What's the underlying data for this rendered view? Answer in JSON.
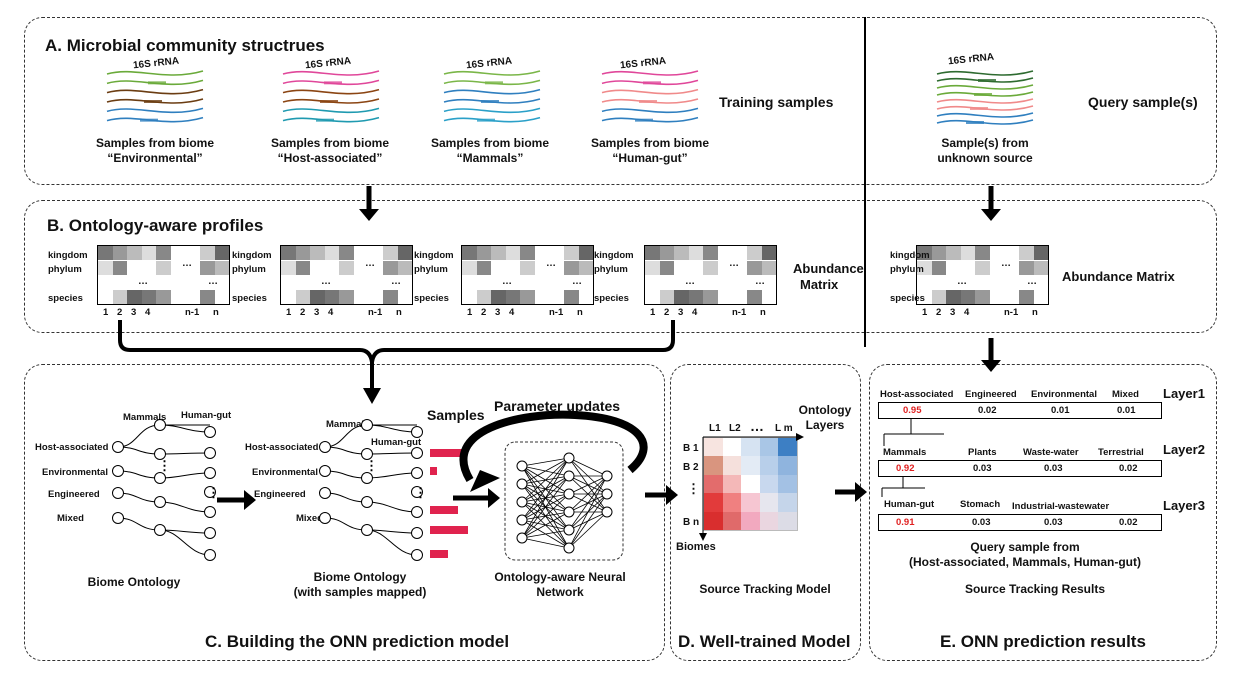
{
  "panelA": {
    "title": "A. Microbial community structrues",
    "rrna_label": "16S rRNA",
    "samples": [
      {
        "line1": "Samples from biome",
        "line2": "“Environmental”",
        "colors": [
          "#6aaa3a",
          "#6b3d12",
          "#2f7fbf"
        ]
      },
      {
        "line1": "Samples from biome",
        "line2": "“Host-associated”",
        "colors": [
          "#e0479a",
          "#8b4513",
          "#1f9ab0"
        ]
      },
      {
        "line1": "Samples from biome",
        "line2": "“Mammals”",
        "colors": [
          "#7ab648",
          "#2f7fbf",
          "#2aa0c8"
        ]
      },
      {
        "line1": "Samples from biome",
        "line2": "“Human-gut”",
        "colors": [
          "#e0479a",
          "#f08a8a",
          "#2f7fbf"
        ]
      }
    ],
    "training_label": "Training samples",
    "query": {
      "line1": "Sample(s) from",
      "line2": "unknown source",
      "colors": [
        "#2e6b30",
        "#6aaa3a",
        "#f08a8a",
        "#2f7fbf"
      ]
    },
    "query_label": "Query sample(s)"
  },
  "panelB": {
    "title": "B. Ontology-aware profiles",
    "row_labels": {
      "kingdom": "kingdom",
      "phylum": "phylum",
      "species": "species"
    },
    "col_labels": [
      "1",
      "2",
      "3",
      "4",
      "n-1",
      "n"
    ],
    "ellipsis": "…",
    "abundance_label_1": "Abundance",
    "abundance_label_2": "Matrix",
    "query_abundance_label": "Abundance Matrix"
  },
  "panelC": {
    "title": "C. Building the ONN prediction model",
    "ontology_nodes": [
      "Mammals",
      "Human-gut",
      "Host-associated",
      "Environmental",
      "Engineered",
      "Mixed"
    ],
    "ontology_caption": "Biome Ontology",
    "mapped_caption_1": "Biome Ontology",
    "mapped_caption_2": "(with samples mapped)",
    "samples_label": "Samples",
    "parameter_updates": "Parameter updates",
    "nn_caption_1": "Ontology-aware Neural",
    "nn_caption_2": "Network"
  },
  "panelD": {
    "title": "D. Well-trained Model",
    "ontology_layers_1": "Ontology",
    "ontology_layers_2": "Layers",
    "col_labels": [
      "L1",
      "L2",
      "…",
      "L m"
    ],
    "row_labels": [
      "B 1",
      "B 2",
      "⋮",
      "B n"
    ],
    "biomes_label": "Biomes",
    "caption": "Source Tracking Model",
    "heatmap_colors": [
      [
        "#f7e4e0",
        "#ffffff",
        "#d6e3f2",
        "#a9c6e6",
        "#3d7fc4"
      ],
      [
        "#d9957f",
        "#f5e0dc",
        "#e3ebf5",
        "#b8cfea",
        "#8fb4de"
      ],
      [
        "#e36c6c",
        "#f4b8b8",
        "#ffffff",
        "#c8d8ee",
        "#a3c1e4"
      ],
      [
        "#e23b3b",
        "#f08080",
        "#f6c6d2",
        "#e6e6ee",
        "#c5d5ea"
      ],
      [
        "#d92e2e",
        "#e06a6a",
        "#f2a9bf",
        "#ead6e0",
        "#dcdce6"
      ]
    ]
  },
  "panelE": {
    "title": "E. ONN prediction results",
    "layers": [
      {
        "name": "Layer1",
        "labels": [
          "Host-associated",
          "Engineered",
          "Environmental",
          "Mixed"
        ],
        "values": [
          "0.95",
          "0.02",
          "0.01",
          "0.01"
        ]
      },
      {
        "name": "Layer2",
        "labels": [
          "Mammals",
          "Plants",
          "Waste-water",
          "Terrestrial"
        ],
        "values": [
          "0.92",
          "0.03",
          "0.03",
          "0.02"
        ]
      },
      {
        "name": "Layer3",
        "labels": [
          "Human-gut",
          "Stomach",
          "Industrial-wastewater",
          ""
        ],
        "values": [
          "0.91",
          "0.03",
          "0.03",
          "0.02"
        ]
      }
    ],
    "query_from_1": "Query sample from",
    "query_from_2": "(Host-associated, Mammals, Human-gut)",
    "caption": "Source Tracking Results",
    "highlight_color": "#e02020"
  }
}
